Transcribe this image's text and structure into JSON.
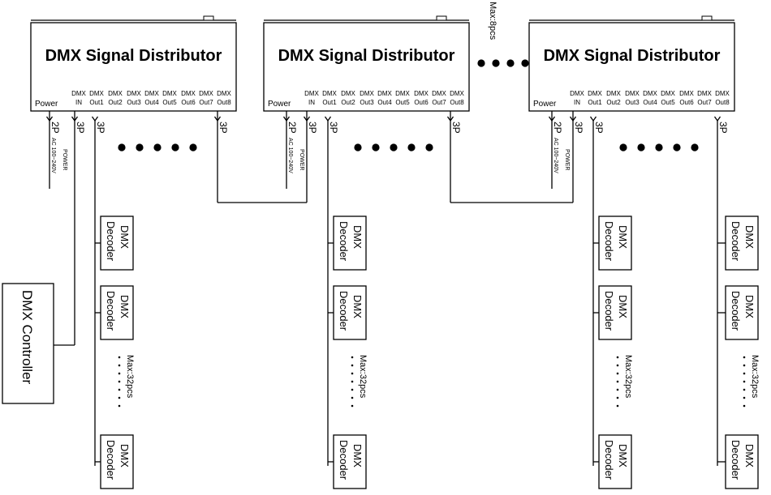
{
  "distributor": {
    "title": "DMX Signal Distributor",
    "power_label": "Power",
    "ports_top": [
      "DMX",
      "DMX",
      "DMX",
      "DMX",
      "DMX",
      "DMX",
      "DMX",
      "DMX",
      "DMX"
    ],
    "ports_bottom": [
      "IN",
      "Out1",
      "Out2",
      "Out3",
      "Out4",
      "Out5",
      "Out6",
      "Out7",
      "Out8"
    ]
  },
  "connectors": {
    "two_pin": "2P",
    "three_pin": "3P"
  },
  "power_input": {
    "voltage": "AC 100~240V",
    "label": "POWER"
  },
  "controller": {
    "label": "DMX Controller"
  },
  "decoder": {
    "line1": "DMX",
    "line2": "Decoder"
  },
  "limits": {
    "distributors": "Max:8pcs",
    "decoders": "Max:32pcs"
  }
}
